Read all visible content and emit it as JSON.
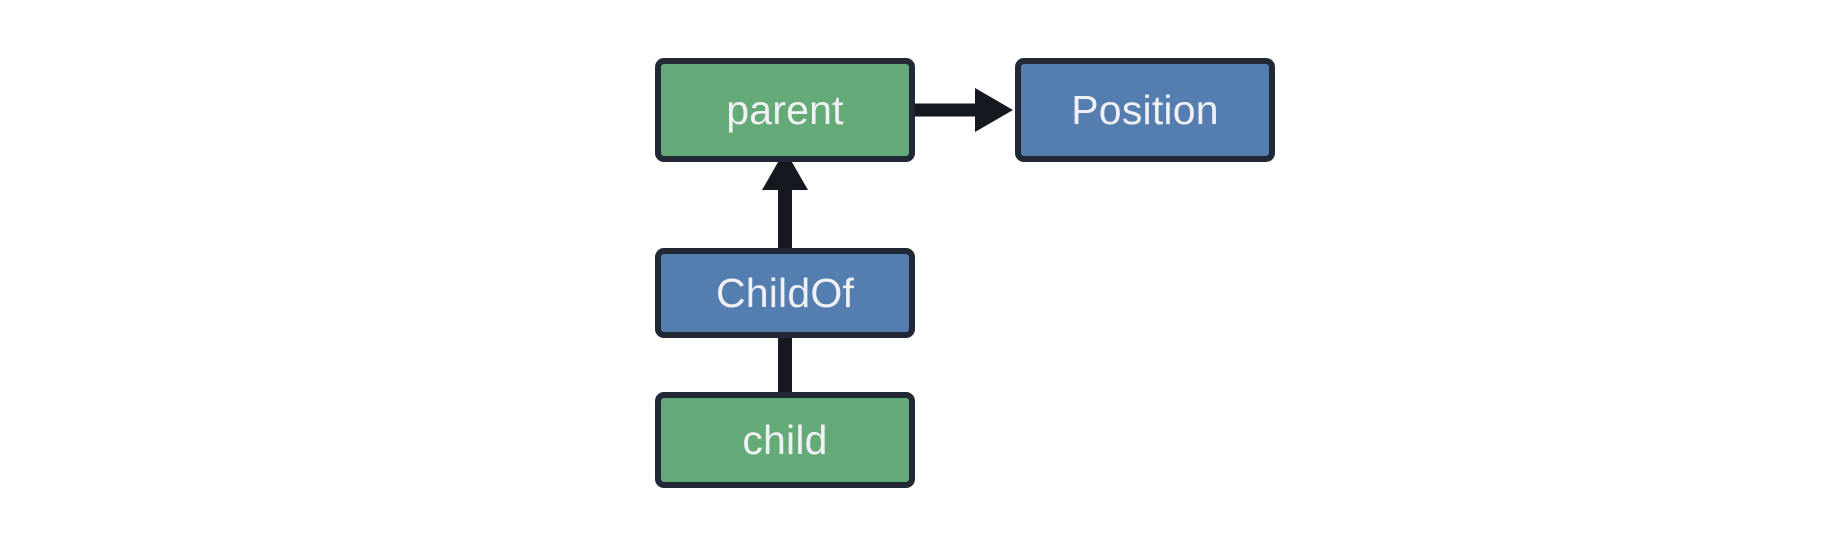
{
  "diagram": {
    "type": "entity-relationship-graph",
    "background_color": "#ffffff",
    "palette": {
      "entity_fill": "#63aa77",
      "component_fill": "#547db0",
      "stroke": "#212936",
      "label_color": "#f0f0f5"
    },
    "nodes": [
      {
        "id": "parent",
        "label": "parent",
        "kind": "entity",
        "color": "#63aa77"
      },
      {
        "id": "position",
        "label": "Position",
        "kind": "component",
        "color": "#547db0"
      },
      {
        "id": "childof",
        "label": "ChildOf",
        "kind": "relationship",
        "color": "#547db0"
      },
      {
        "id": "child",
        "label": "child",
        "kind": "entity",
        "color": "#63aa77"
      }
    ],
    "edges": [
      {
        "id": "parent-to-position",
        "from": "parent",
        "to": "position",
        "direction": "right",
        "arrowhead": true
      },
      {
        "id": "childof-to-parent",
        "from": "childof",
        "to": "parent",
        "direction": "up",
        "arrowhead": true
      },
      {
        "id": "child-to-childof",
        "from": "child",
        "to": "childof",
        "direction": "up",
        "arrowhead": false
      }
    ]
  }
}
